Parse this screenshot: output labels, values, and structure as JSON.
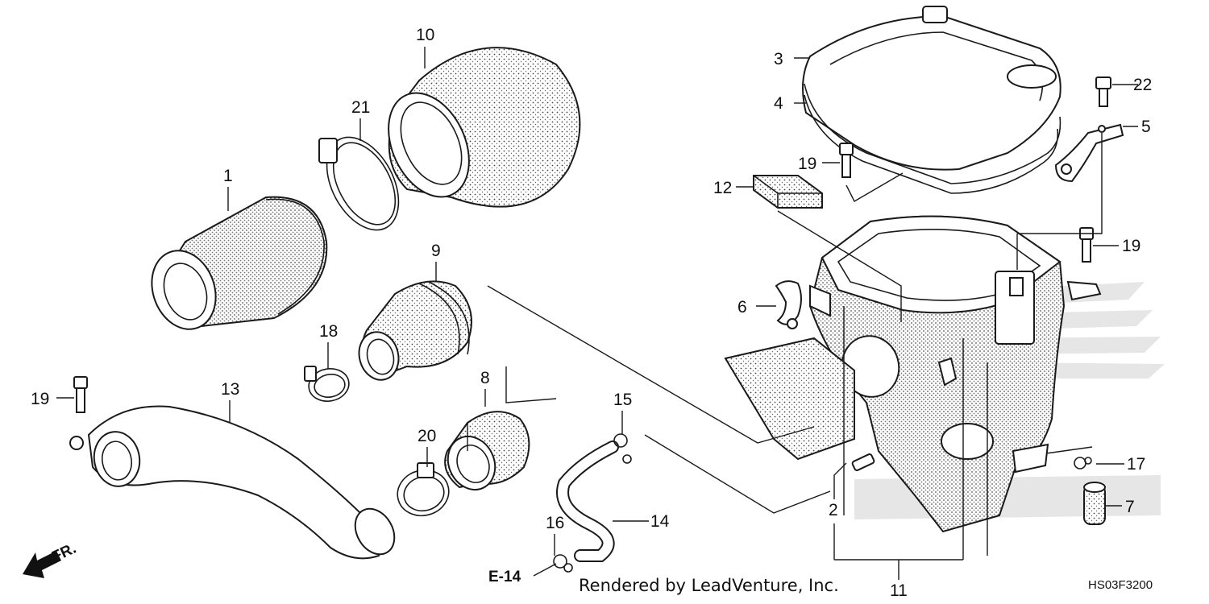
{
  "diagram": {
    "callouts": [
      "1",
      "2",
      "3",
      "4",
      "5",
      "6",
      "7",
      "8",
      "9",
      "10",
      "11",
      "12",
      "13",
      "14",
      "15",
      "16",
      "17",
      "18",
      "19",
      "19",
      "19",
      "20",
      "21",
      "22"
    ],
    "reference_tag": "E-14",
    "direction_label": "FR.",
    "credit": "Rendered by LeadVenture, Inc.",
    "drawing_code": "HS03F3200",
    "icons": [
      "front-direction-arrow-icon"
    ]
  }
}
